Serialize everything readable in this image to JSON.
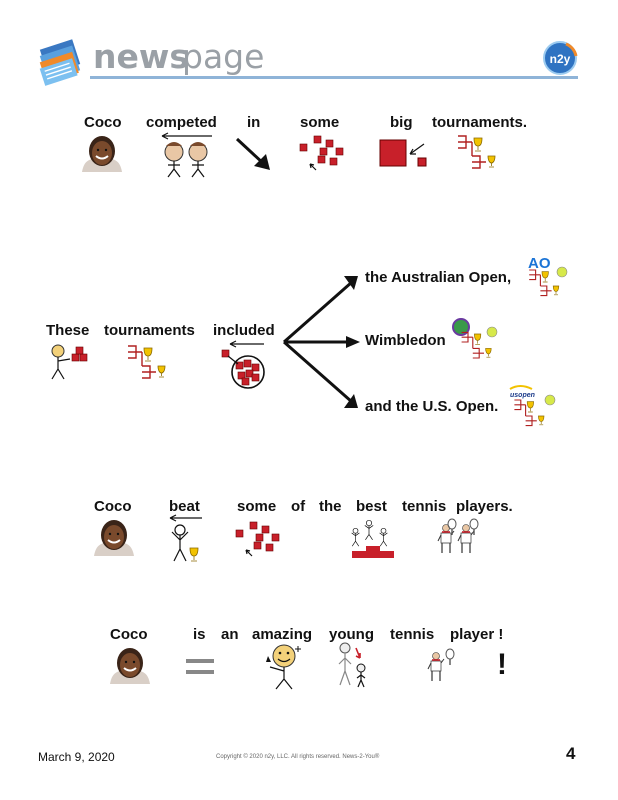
{
  "header": {
    "title_bold": "news",
    "title_light": "page",
    "logo_text": "n2y"
  },
  "sentence1": {
    "words": [
      "Coco",
      "competed",
      "in",
      "some",
      "big",
      "tournaments."
    ]
  },
  "sentence2": {
    "words": [
      "These",
      "tournaments",
      "included"
    ],
    "branches": [
      "the Australian Open,",
      "Wimbledon",
      "and the U.S. Open."
    ],
    "ao_logo": "AO",
    "usopen_logo": "usopen"
  },
  "sentence3": {
    "words": [
      "Coco",
      "beat",
      "some",
      "of",
      "the",
      "best",
      "tennis",
      "players."
    ]
  },
  "sentence4": {
    "words": [
      "Coco",
      "is",
      "an",
      "amazing",
      "young",
      "tennis",
      "player !"
    ],
    "exclamation": "!"
  },
  "footer": {
    "date": "March 9, 2020",
    "copyright": "Copyright © 2020 n2y, LLC. All rights reserved. News-2-You®",
    "page_number": "4"
  }
}
